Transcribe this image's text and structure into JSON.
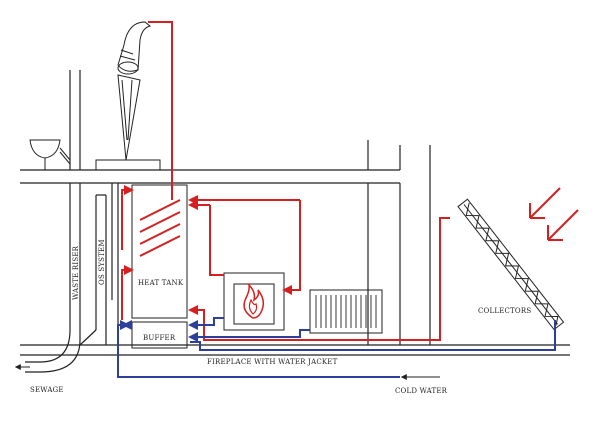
{
  "colors": {
    "hot_pipe": "#d42020",
    "cold_pipe": "#2c3f9a",
    "lines": "#222222",
    "background": "#ffffff"
  },
  "icons": [
    "shower-icon",
    "sink-icon",
    "flame-icon",
    "radiator-icon",
    "sun-arrow-icon"
  ],
  "labels": {
    "waste_riser": "WASTE RISER",
    "os_system": "OS SYSTEM",
    "heat_tank": "HEAT TANK",
    "buffer": "BUFFER",
    "fireplace": "FIREPLACE WITH WATER JACKET",
    "collectors": "COLLECTORS",
    "sewage": "SEWAGE",
    "cold_water": "COLD WATER"
  }
}
